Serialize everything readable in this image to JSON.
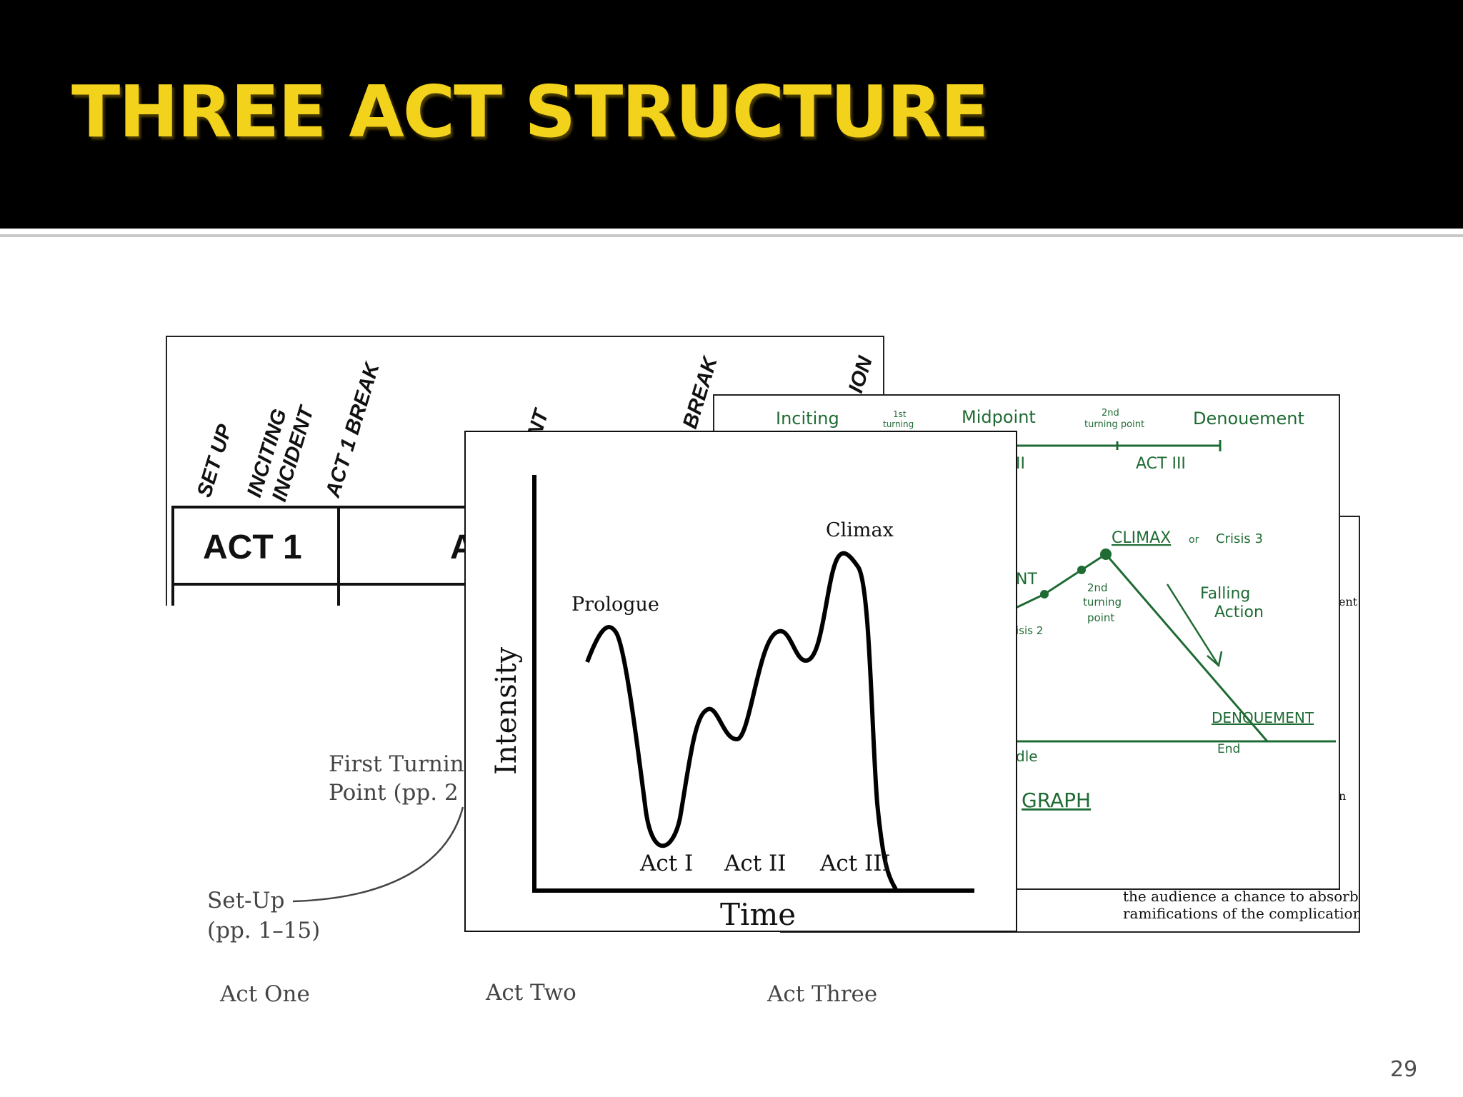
{
  "slide": {
    "title": "THREE ACT STRUCTURE",
    "page_number": "29",
    "colors": {
      "header": "#000000",
      "title": "#f3d21b",
      "rule": "#c8c8c8"
    }
  },
  "beats_chart": {
    "column_labels": [
      "SET UP",
      "INCITING",
      "INCIDENT",
      "ACT 1 BREAK",
      "INT",
      "BREAK",
      "ION"
    ],
    "act_label": "ACT 1",
    "act2_fragment": "A"
  },
  "paradigm": {
    "first_turning_point": [
      "First Turnin",
      "Point (pp. 2"
    ],
    "setup": [
      "Set-Up",
      "(pp. 1–15)"
    ],
    "acts": [
      "Act One",
      "Act Two",
      "Act Three"
    ]
  },
  "plot_graph": {
    "side_fragments": [
      "ent",
      "n"
    ],
    "bottom_text": [
      "the audience a chance to absorb",
      "ramifications of the complications."
    ]
  },
  "sketch": {
    "top_labels": [
      "Inciting",
      "1st",
      "turning",
      "Midpoint",
      "2nd",
      "turning point",
      "Denouement"
    ],
    "act_labels": [
      "II",
      "ACT III"
    ],
    "climax": "CLIMAX",
    "climax_or": "or",
    "crisis3": "Crisis 3",
    "nt_fragment": "NT",
    "second_turning_point": [
      "2nd",
      "turning",
      "point"
    ],
    "crisis2": "isis 2",
    "falling_action": [
      "Falling",
      "Action"
    ],
    "denouement": "DENOUEMENT",
    "end": "End",
    "middle_fragment": "dle",
    "graph_fragment": "GRAPH"
  },
  "intensity_chart": {
    "ylabel": "Intensity",
    "xlabel": "Time",
    "peaks": [
      "Prologue",
      "Climax"
    ],
    "acts": [
      "Act I",
      "Act II",
      "Act III"
    ]
  }
}
